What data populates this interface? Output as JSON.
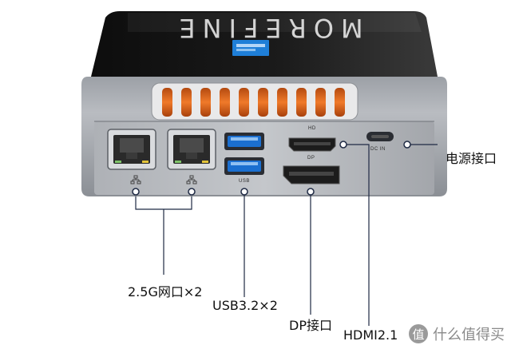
{
  "device": {
    "brand_text": "MOREFINE",
    "port_labels": {
      "hd": "HD",
      "dp": "DP",
      "usb": "USB",
      "dcin": "DC IN"
    }
  },
  "callouts": {
    "ethernet": "2.5G网口×2",
    "usb": "USB3.2×2",
    "dp": "DP接口",
    "hdmi": "HDMI2.1",
    "power": "电源接口"
  },
  "watermark": {
    "icon_glyph": "值",
    "text": "什么值得买"
  },
  "colors": {
    "callout_line": "#1f2a44",
    "vent_orange": "#e8641e",
    "usb_blue": "#1b6fd0",
    "logo_blue": "#1f7fd8"
  }
}
